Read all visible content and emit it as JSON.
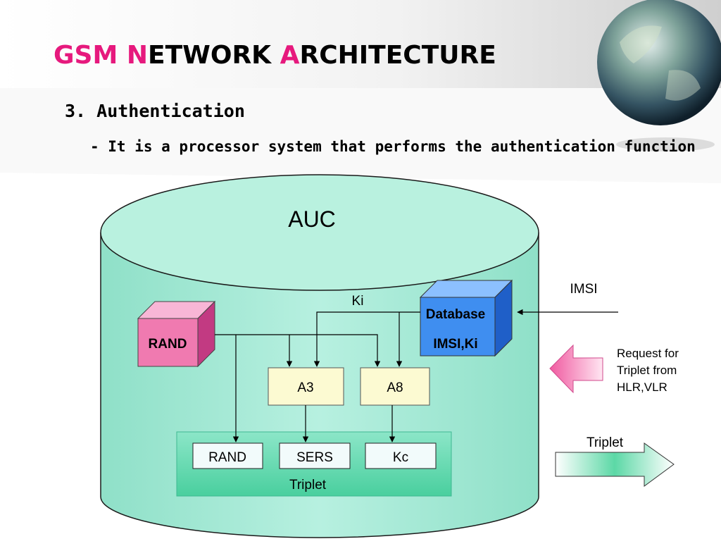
{
  "slide": {
    "title_part1": "GSM ",
    "title_n": "N",
    "title_part2": "ETWORK ",
    "title_a": "A",
    "title_part3": "RCHITECTURE",
    "subheading": "3. Authentication",
    "description": "- It is a processor system that performs the authentication function"
  },
  "diagram": {
    "auc_label": "AUC",
    "rand_box": "RAND",
    "database_line1": "Database",
    "database_line2": "IMSI,Ki",
    "ki_label": "Ki",
    "a3_label": "A3",
    "a8_label": "A8",
    "triplet_cells": [
      "RAND",
      "SERS",
      "Kc"
    ],
    "triplet_group_label": "Triplet",
    "imsi_label": "IMSI",
    "request_label_lines": [
      "Request for",
      "Triplet from",
      "HLR,VLR"
    ],
    "triplet_out_label": "Triplet"
  },
  "colors": {
    "title_accent": "#e6197d",
    "cylinder_fill": "#a8ead8",
    "rand_box": "#f07ab0",
    "database_box": "#3f8ef0",
    "a_boxes": "#fcfad2",
    "triplet_panel": "#5fd8b0",
    "cells": "#f2fbfb"
  }
}
